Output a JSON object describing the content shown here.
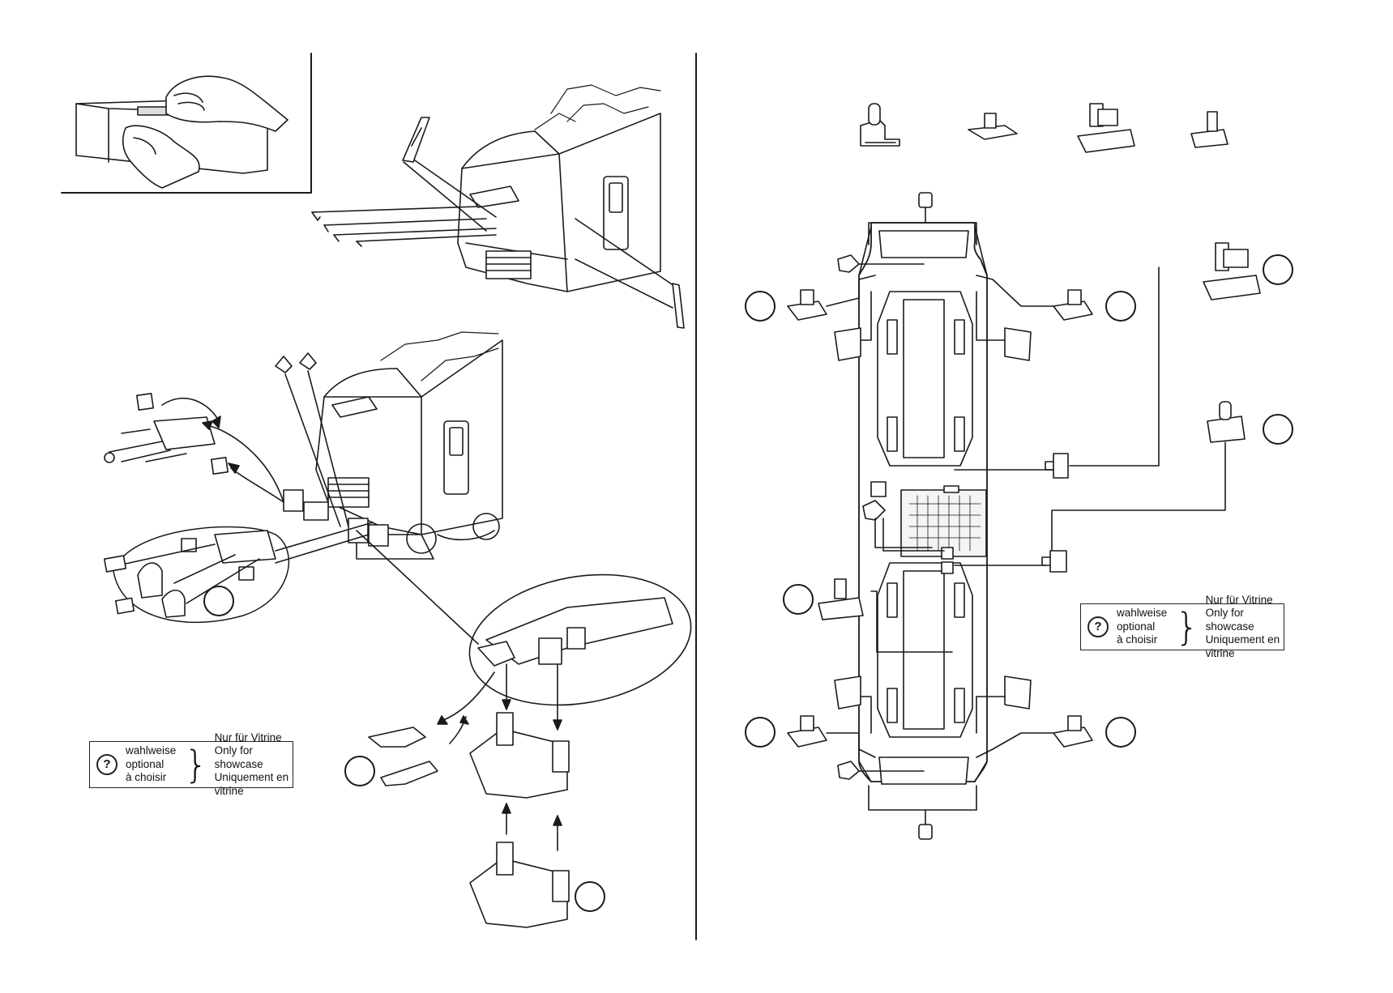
{
  "legend": {
    "icon": "question-icon",
    "icon_glyph": "?",
    "left_lines": [
      "wahlweise",
      "optional",
      "à choisir"
    ],
    "right_lines": [
      "Nur für Vitrine",
      "Only for showcase",
      "Uniquement en vitrine"
    ]
  },
  "colors": {
    "line": "#1a1a1a",
    "fill": "#ffffff",
    "shade": "#cfcfcf"
  }
}
